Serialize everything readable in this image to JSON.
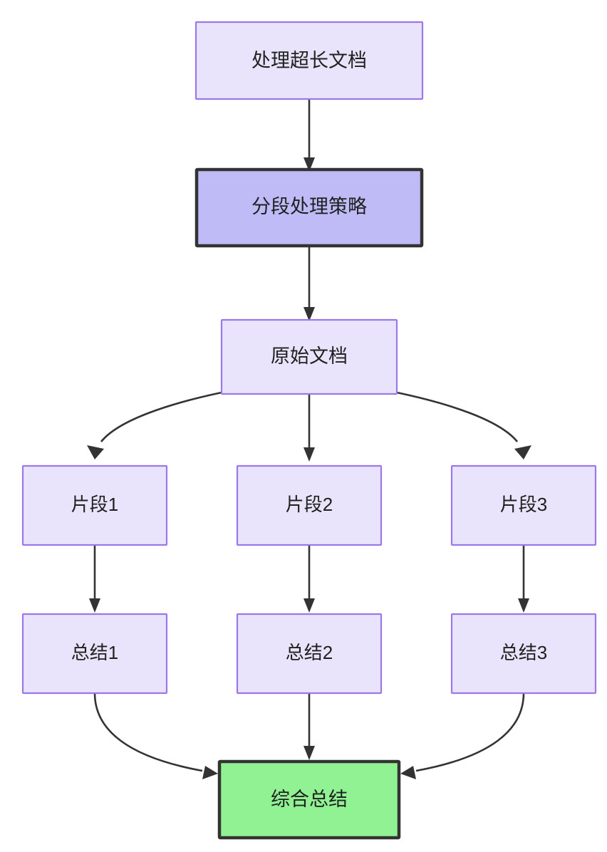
{
  "diagram": {
    "type": "flowchart",
    "direction": "top-down",
    "title": "处理超长文档",
    "background_color": "#ffffff",
    "palette": {
      "node_fill": "#e9e4fb",
      "node_border": "#9c77e8",
      "highlight_fill": "#bfbbf7",
      "highlight_border": "#333333",
      "result_fill": "#91f293",
      "result_border": "#333333",
      "edge_color": "#333333",
      "text_color": "#1f2020"
    },
    "nodes": [
      {
        "id": "doc_task",
        "label": "处理超长文档",
        "style": "normal"
      },
      {
        "id": "strategy",
        "label": "分段处理策略",
        "style": "highlight"
      },
      {
        "id": "source",
        "label": "原始文档",
        "style": "normal"
      },
      {
        "id": "chunk1",
        "label": "片段1",
        "style": "normal"
      },
      {
        "id": "chunk2",
        "label": "片段2",
        "style": "normal"
      },
      {
        "id": "chunk3",
        "label": "片段3",
        "style": "normal"
      },
      {
        "id": "summary1",
        "label": "总结1",
        "style": "normal"
      },
      {
        "id": "summary2",
        "label": "总结2",
        "style": "normal"
      },
      {
        "id": "summary3",
        "label": "总结3",
        "style": "normal"
      },
      {
        "id": "final",
        "label": "综合总结",
        "style": "result"
      }
    ],
    "edges": [
      {
        "from": "doc_task",
        "to": "strategy",
        "label": ""
      },
      {
        "from": "strategy",
        "to": "source",
        "label": ""
      },
      {
        "from": "source",
        "to": "chunk1",
        "label": ""
      },
      {
        "from": "source",
        "to": "chunk2",
        "label": ""
      },
      {
        "from": "source",
        "to": "chunk3",
        "label": ""
      },
      {
        "from": "chunk1",
        "to": "summary1",
        "label": ""
      },
      {
        "from": "chunk2",
        "to": "summary2",
        "label": ""
      },
      {
        "from": "chunk3",
        "to": "summary3",
        "label": ""
      },
      {
        "from": "summary1",
        "to": "final",
        "label": ""
      },
      {
        "from": "summary2",
        "to": "final",
        "label": ""
      },
      {
        "from": "summary3",
        "to": "final",
        "label": ""
      }
    ]
  }
}
